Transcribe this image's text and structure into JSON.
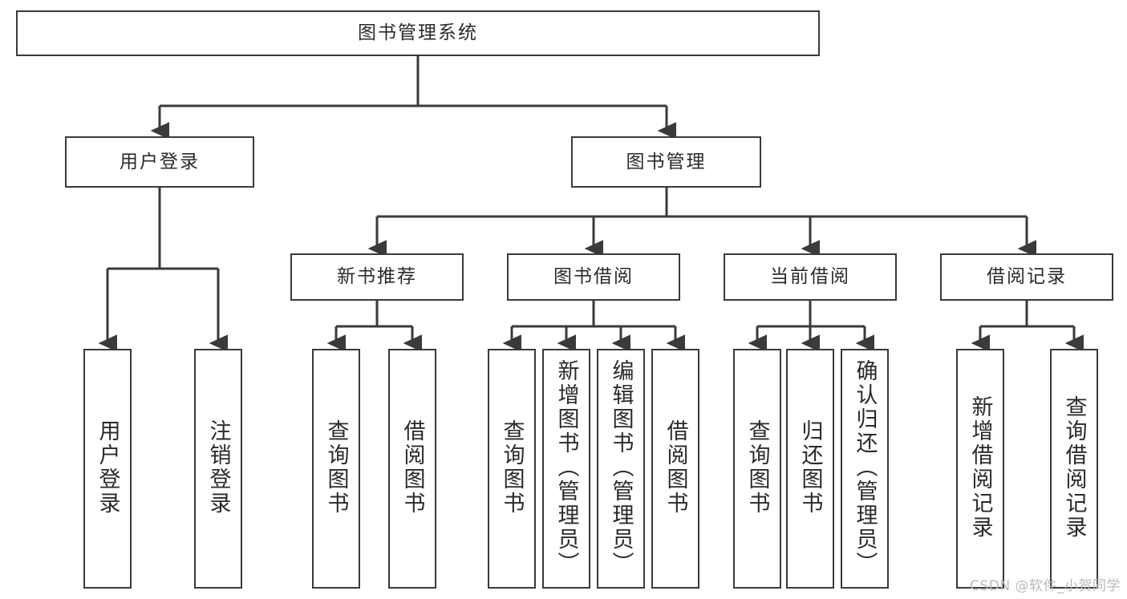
{
  "diagram": {
    "title": "图书管理系统",
    "type": "tree-hierarchy",
    "watermark": "CSDN @软件_小贺同学",
    "colors": {
      "background": "#ffffff",
      "node_border": "#3a3a3a",
      "node_fill": "#ffffff",
      "edge": "#3a3a3a",
      "text": "#2a2a2a",
      "watermark": "#b9b9b9"
    }
  },
  "nodes": {
    "root": {
      "label": "图书管理系统"
    },
    "level1": [
      {
        "id": "user-login",
        "label": "用户登录"
      },
      {
        "id": "book-management",
        "label": "图书管理"
      }
    ],
    "level2": [
      {
        "id": "new-book-recommend",
        "label": "新书推荐"
      },
      {
        "id": "book-borrow",
        "label": "图书借阅"
      },
      {
        "id": "current-borrow",
        "label": "当前借阅"
      },
      {
        "id": "borrow-record",
        "label": "借阅记录"
      }
    ],
    "leaves": {
      "user_login": [
        {
          "id": "leaf-user-login",
          "label": "用户登录"
        },
        {
          "id": "leaf-logout-login",
          "label": "注销登录"
        }
      ],
      "new_book_recommend": [
        {
          "id": "leaf-query-book-1",
          "label": "查询图书"
        },
        {
          "id": "leaf-borrow-book-1",
          "label": "借阅图书"
        }
      ],
      "book_borrow": [
        {
          "id": "leaf-query-book-2",
          "label": "查询图书"
        },
        {
          "id": "leaf-add-book",
          "label": "新增图书（管理员）"
        },
        {
          "id": "leaf-edit-book",
          "label": "编辑图书（管理员）"
        },
        {
          "id": "leaf-borrow-book-2",
          "label": "借阅图书"
        }
      ],
      "current_borrow": [
        {
          "id": "leaf-query-book-3",
          "label": "查询图书"
        },
        {
          "id": "leaf-return-book",
          "label": "归还图书"
        },
        {
          "id": "leaf-confirm-return",
          "label": "确认归还（管理员）"
        }
      ],
      "borrow_record": [
        {
          "id": "leaf-add-record",
          "label": "新增借阅记录"
        },
        {
          "id": "leaf-query-record",
          "label": "查询借阅记录"
        }
      ]
    }
  }
}
